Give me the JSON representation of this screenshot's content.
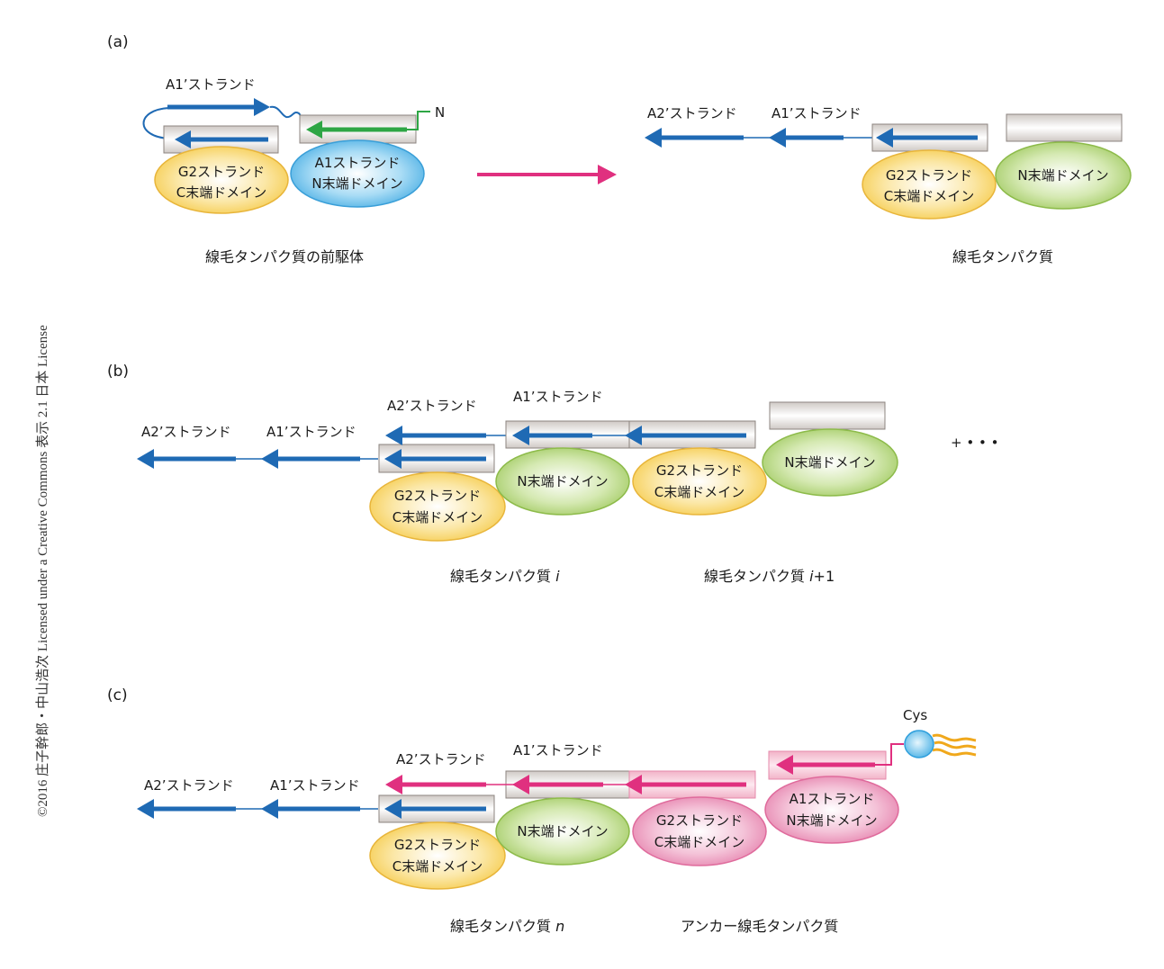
{
  "copyright": "©2016 庄子幹郎・中山浩次 Licensed under a Creative Commons 表示 2.1 日本 License",
  "colors": {
    "blue_strand": "#1f6ab4",
    "green_strand": "#2ea645",
    "pink_strand": "#e0307f",
    "domain_yellow": "#f6cf5a",
    "domain_blue": "#53b7e8",
    "domain_green": "#a9cf6a",
    "domain_pink": "#e88bb5",
    "box_gray": "#d8d3cf",
    "box_pink": "#f3b8cd",
    "lipid": "#f0a81c",
    "transition_arrow": "#e0307f"
  },
  "panels": {
    "a": {
      "label": "(a)",
      "precursor": {
        "a1prime": "A1’ストランド",
        "n_terminus": "N",
        "g2_domain": [
          "G2ストランド",
          "C末端ドメイン"
        ],
        "a1_domain": [
          "A1ストランド",
          "N末端ドメイン"
        ],
        "caption": "線毛タンパク質の前駆体"
      },
      "mature": {
        "a2prime": "A2’ストランド",
        "a1prime": "A1’ストランド",
        "g2_domain": [
          "G2ストランド",
          "C末端ドメイン"
        ],
        "n_domain": "N末端ドメイン",
        "caption": "線毛タンパク質"
      }
    },
    "b": {
      "label": "(b)",
      "a2prime_left": "A2’ストランド",
      "a1prime_left": "A1’ストランド",
      "a2prime_mid": "A2’ストランド",
      "a1prime_mid": "A1’ストランド",
      "g2_domain": [
        "G2ストランド",
        "C末端ドメイン"
      ],
      "n_domain_1": "N末端ドメイン",
      "g2_domain_2": [
        "G2ストランド",
        "C末端ドメイン"
      ],
      "n_domain_2": "N末端ドメイン",
      "plus_more": "+ • • •",
      "caption_i": "線毛タンパク質 ",
      "caption_i_var": "i",
      "caption_i1": "線毛タンパク質 ",
      "caption_i1_var": "i",
      "caption_i1_suffix": "+1"
    },
    "c": {
      "label": "(c)",
      "a2prime_left": "A2’ストランド",
      "a1prime_left": "A1’ストランド",
      "a2prime_mid": "A2’ストランド",
      "a1prime_mid": "A1’ストランド",
      "g2_domain": [
        "G2ストランド",
        "C末端ドメイン"
      ],
      "n_domain": "N末端ドメイン",
      "anchor_g2_domain": [
        "G2ストランド",
        "C末端ドメイン"
      ],
      "anchor_a1_domain": [
        "A1ストランド",
        "N末端ドメイン"
      ],
      "cys": "Cys",
      "caption_n": "線毛タンパク質 ",
      "caption_n_var": "n",
      "caption_anchor": "アンカー線毛タンパク質"
    }
  }
}
